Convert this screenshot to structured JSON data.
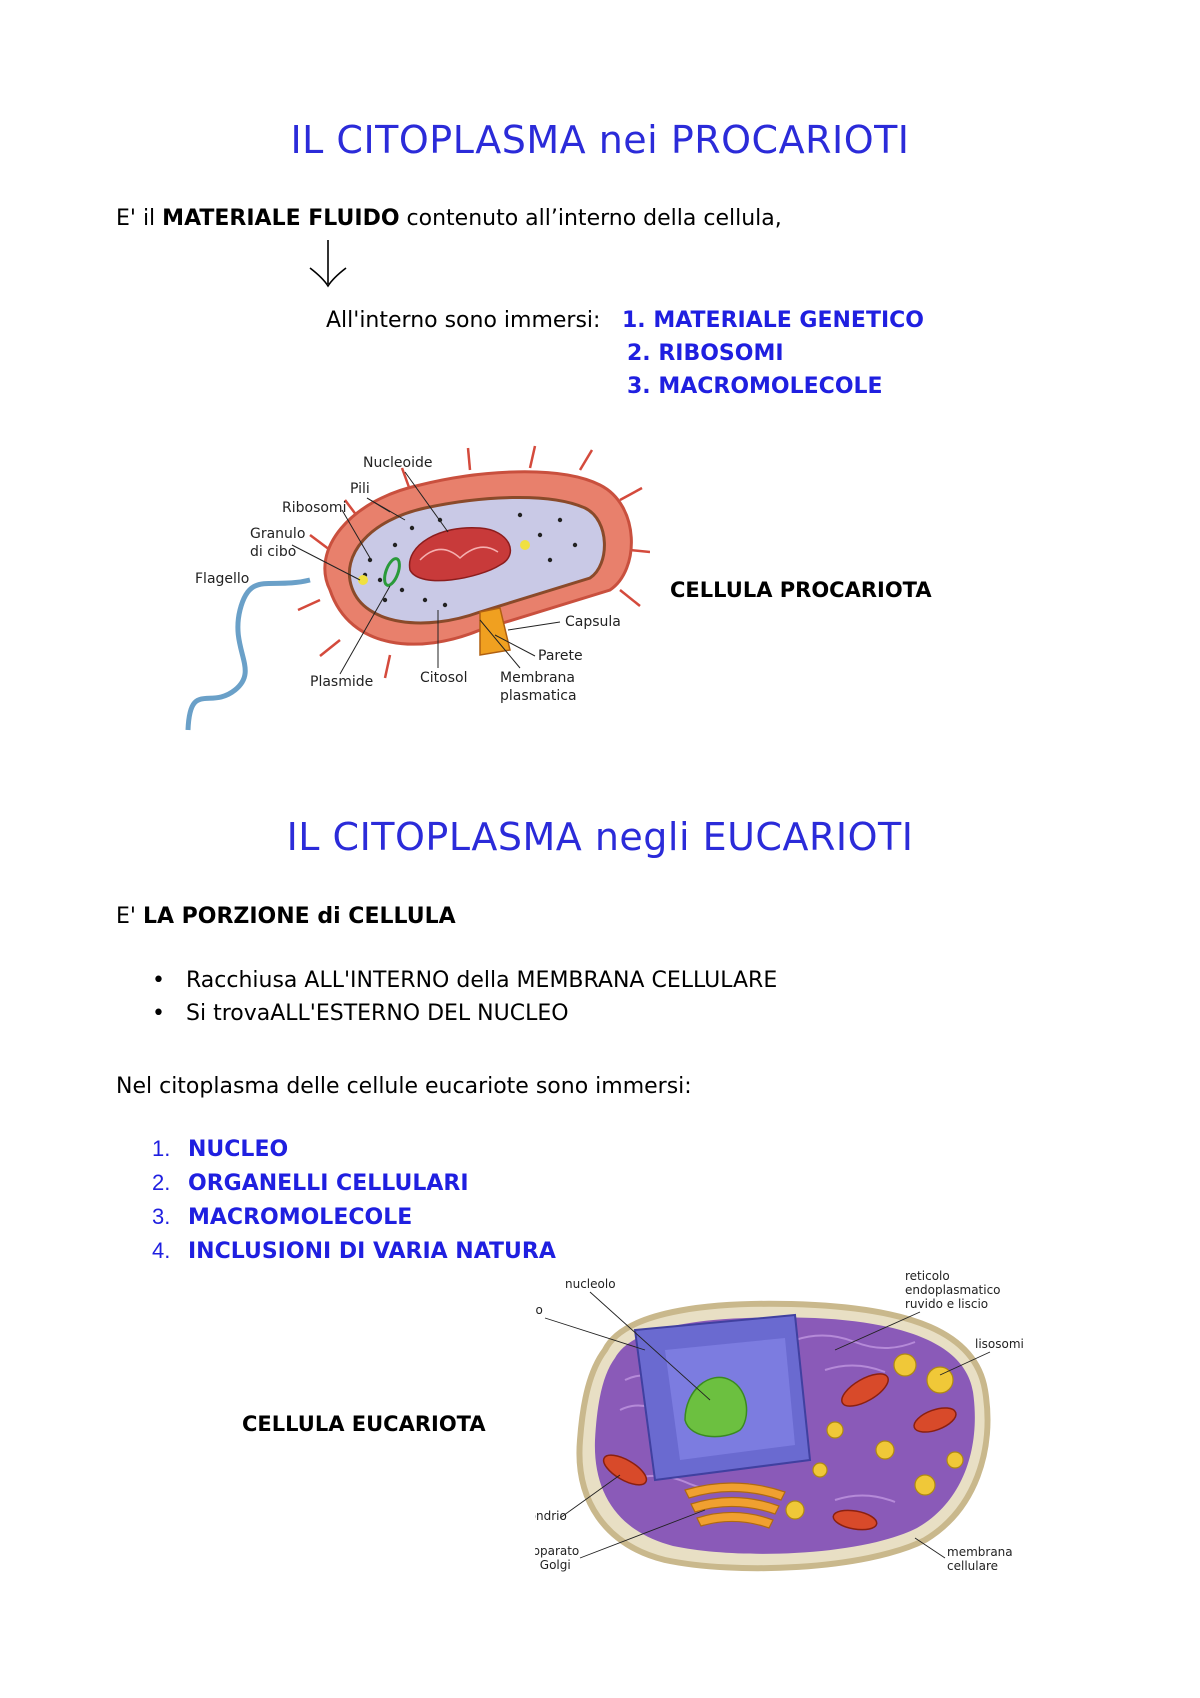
{
  "section1": {
    "title": "IL CITOPLASMA nei PROCARIOTI",
    "intro_prefix": "E' il ",
    "intro_bold": "MATERIALE FLUIDO",
    "intro_suffix": " contenuto all’interno della cellula,",
    "inside_label": "All'interno sono immersi:",
    "items": [
      "1. MATERIALE GENETICO",
      "2. RIBOSOMI",
      "3. MACROMOLECOLE"
    ],
    "figure_caption": "CELLULA PROCARIOTA",
    "figure_labels": {
      "nucleoide": "Nucleoide",
      "pili": "Pili",
      "ribosomi": "Ribosomi",
      "granulo1": "Granulo",
      "granulo2": "di cibo",
      "flagello": "Flagello",
      "capsula": "Capsula",
      "parete": "Parete",
      "plasmide": "Plasmide",
      "citosol": "Citosol",
      "membrana1": "Membrana",
      "membrana2": "plasmatica"
    }
  },
  "section2": {
    "title": "IL CITOPLASMA negli EUCARIOTI",
    "intro_prefix": "E' ",
    "intro_bold": "LA PORZIONE di CELLULA",
    "bullets": [
      "Racchiusa ALL'INTERNO della MEMBRANA CELLULARE",
      "Si trovaALL'ESTERNO DEL NUCLEO"
    ],
    "paragraph": "Nel citoplasma delle cellule eucariote sono immersi:",
    "list": [
      {
        "num": "1.",
        "label": "NUCLEO"
      },
      {
        "num": "2.",
        "label": "ORGANELLI CELLULARI"
      },
      {
        "num": "3.",
        "label": "MACROMOLECOLE"
      },
      {
        "num": "4.",
        "label": "INCLUSIONI DI VARIA NATURA"
      }
    ],
    "figure_caption": "CELLULA EUCARIOTA",
    "figure_labels": {
      "nucleolo": "nucleolo",
      "nucleo": "nucleo",
      "reticolo1": "reticolo",
      "reticolo2": "endoplasmatico",
      "reticolo3": "ruvido  e liscio",
      "lisosomi": "lisosomi",
      "mitocondrio": "mitocondrio",
      "golgi1": "apparato",
      "golgi2": "di Golgi",
      "membrana1": "membrana",
      "membrana2": "cellulare"
    }
  },
  "colors": {
    "title_blue": "#2b2bd9",
    "list_blue": "#1f1fe0"
  }
}
